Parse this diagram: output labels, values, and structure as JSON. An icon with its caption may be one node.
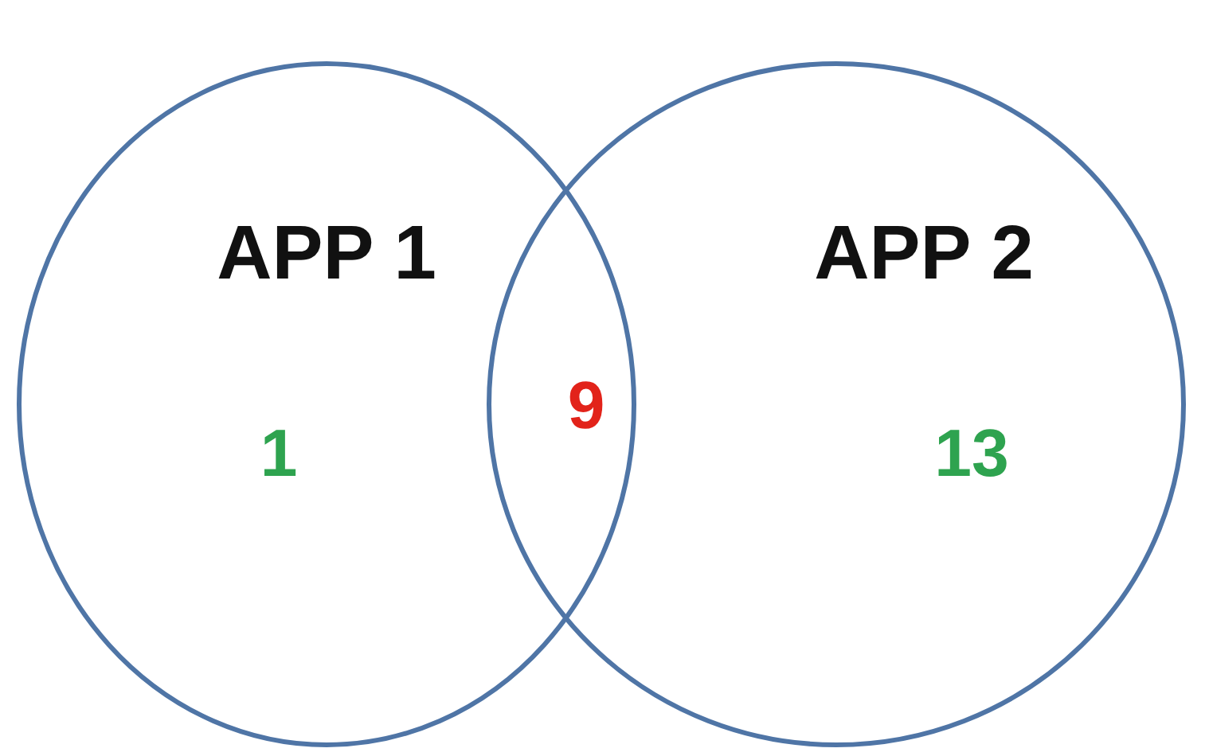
{
  "diagram": {
    "nodes": [
      {
        "text": [
          "APP 1",
          "1"
        ]
      },
      {
        "text": [
          "APP 2",
          "13"
        ]
      }
    ],
    "labels": [
      "9"
    ]
  }
}
